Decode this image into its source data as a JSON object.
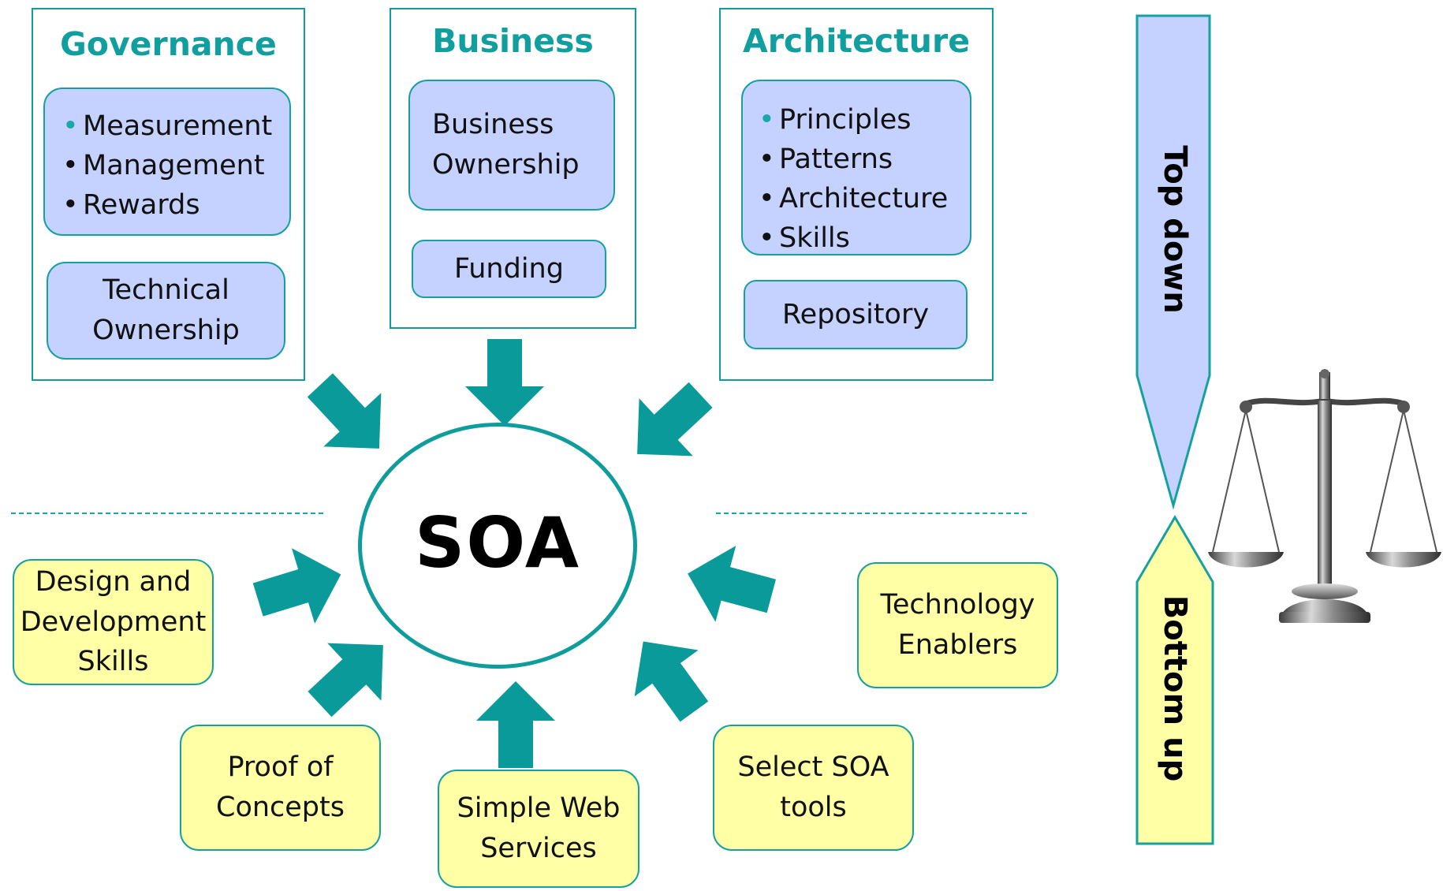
{
  "panels": {
    "governance": {
      "title": "Governance",
      "bullets": [
        "Measurement",
        "Management",
        "Rewards"
      ],
      "box": "Technical Ownership"
    },
    "business": {
      "title": "Business",
      "box1": "Business Ownership",
      "box2": "Funding"
    },
    "architecture": {
      "title": "Architecture",
      "bullets": [
        "Principles",
        "Patterns",
        "Architecture",
        "Skills"
      ],
      "box": "Repository"
    }
  },
  "center": {
    "label": "SOA"
  },
  "bottom_items": {
    "design": "Design and Development Skills",
    "proof": "Proof of Concepts",
    "simple": "Simple Web Services",
    "select": "Select SOA tools",
    "tech": "Technology Enablers"
  },
  "direction": {
    "top": "Top down",
    "bottom": "Bottom up"
  },
  "colors": {
    "teal": "#0e9c9c",
    "arrow": "#0a9a9a",
    "blue_fill": "#c5d2ff",
    "yellow_fill": "#ffffa5"
  },
  "icons": {
    "balance": "scales-of-justice-icon"
  }
}
